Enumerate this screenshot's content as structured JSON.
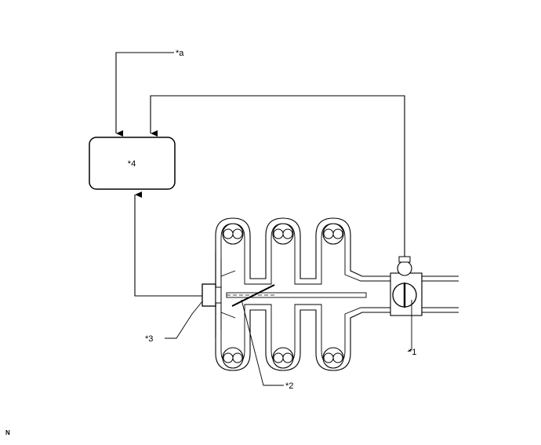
{
  "callouts": {
    "a": "*a",
    "ecm": "*4",
    "c1": "*1",
    "c2": "*2",
    "c3": "*3"
  },
  "footer": {
    "code": "N"
  },
  "colors": {
    "stroke": "#000000",
    "background": "#ffffff"
  }
}
